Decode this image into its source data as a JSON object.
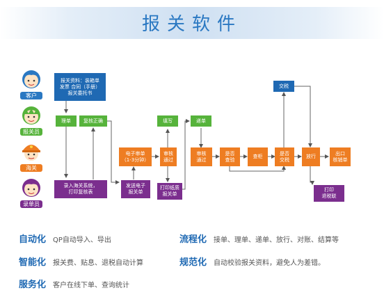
{
  "title": "报关软件",
  "roles": [
    {
      "label": "客户",
      "color": "#2a78c2",
      "icon": "customer-icon"
    },
    {
      "label": "报关员",
      "color": "#56b33b",
      "icon": "declarant-icon"
    },
    {
      "label": "海关",
      "color": "#ee7d22",
      "icon": "customs-icon"
    },
    {
      "label": "录单员",
      "color": "#7b2e8e",
      "icon": "data-entry-clerk-icon"
    }
  ],
  "flow": {
    "customer_docs": "报关资料：装箱单\n发票 合同（手册）\n报关委托书",
    "receive": "理单",
    "recheck": "复核正确",
    "entry": "录入海关系统，\n打印复核表",
    "send_ede": "发送电子\n报关单",
    "ede_review": "电子审单\n（1-3分钟）",
    "review_pass": "审核\n通过",
    "print_paper": "打印纸质\n报关单",
    "fill": "填写",
    "deliver": "递单",
    "review_pass2": "审核\n通过",
    "inspect": "是否\n查验",
    "check": "查柜",
    "tax_q": "是否\n交税",
    "tax": "交税",
    "release": "放行",
    "export_verify": "出口\n核销单",
    "print_tax": "打印\n退税联"
  },
  "features": [
    {
      "title": "自动化",
      "desc": "QP自动导入、导出"
    },
    {
      "title": "流程化",
      "desc": "接单、理单、递单、放行、对账、结算等"
    },
    {
      "title": "智能化",
      "desc": "报关费、贴息、退税自动计算"
    },
    {
      "title": "规范化",
      "desc": "自动校验报关资料，避免人为差错。"
    },
    {
      "title": "服务化",
      "desc": "客户在线下单、查询统计"
    }
  ]
}
